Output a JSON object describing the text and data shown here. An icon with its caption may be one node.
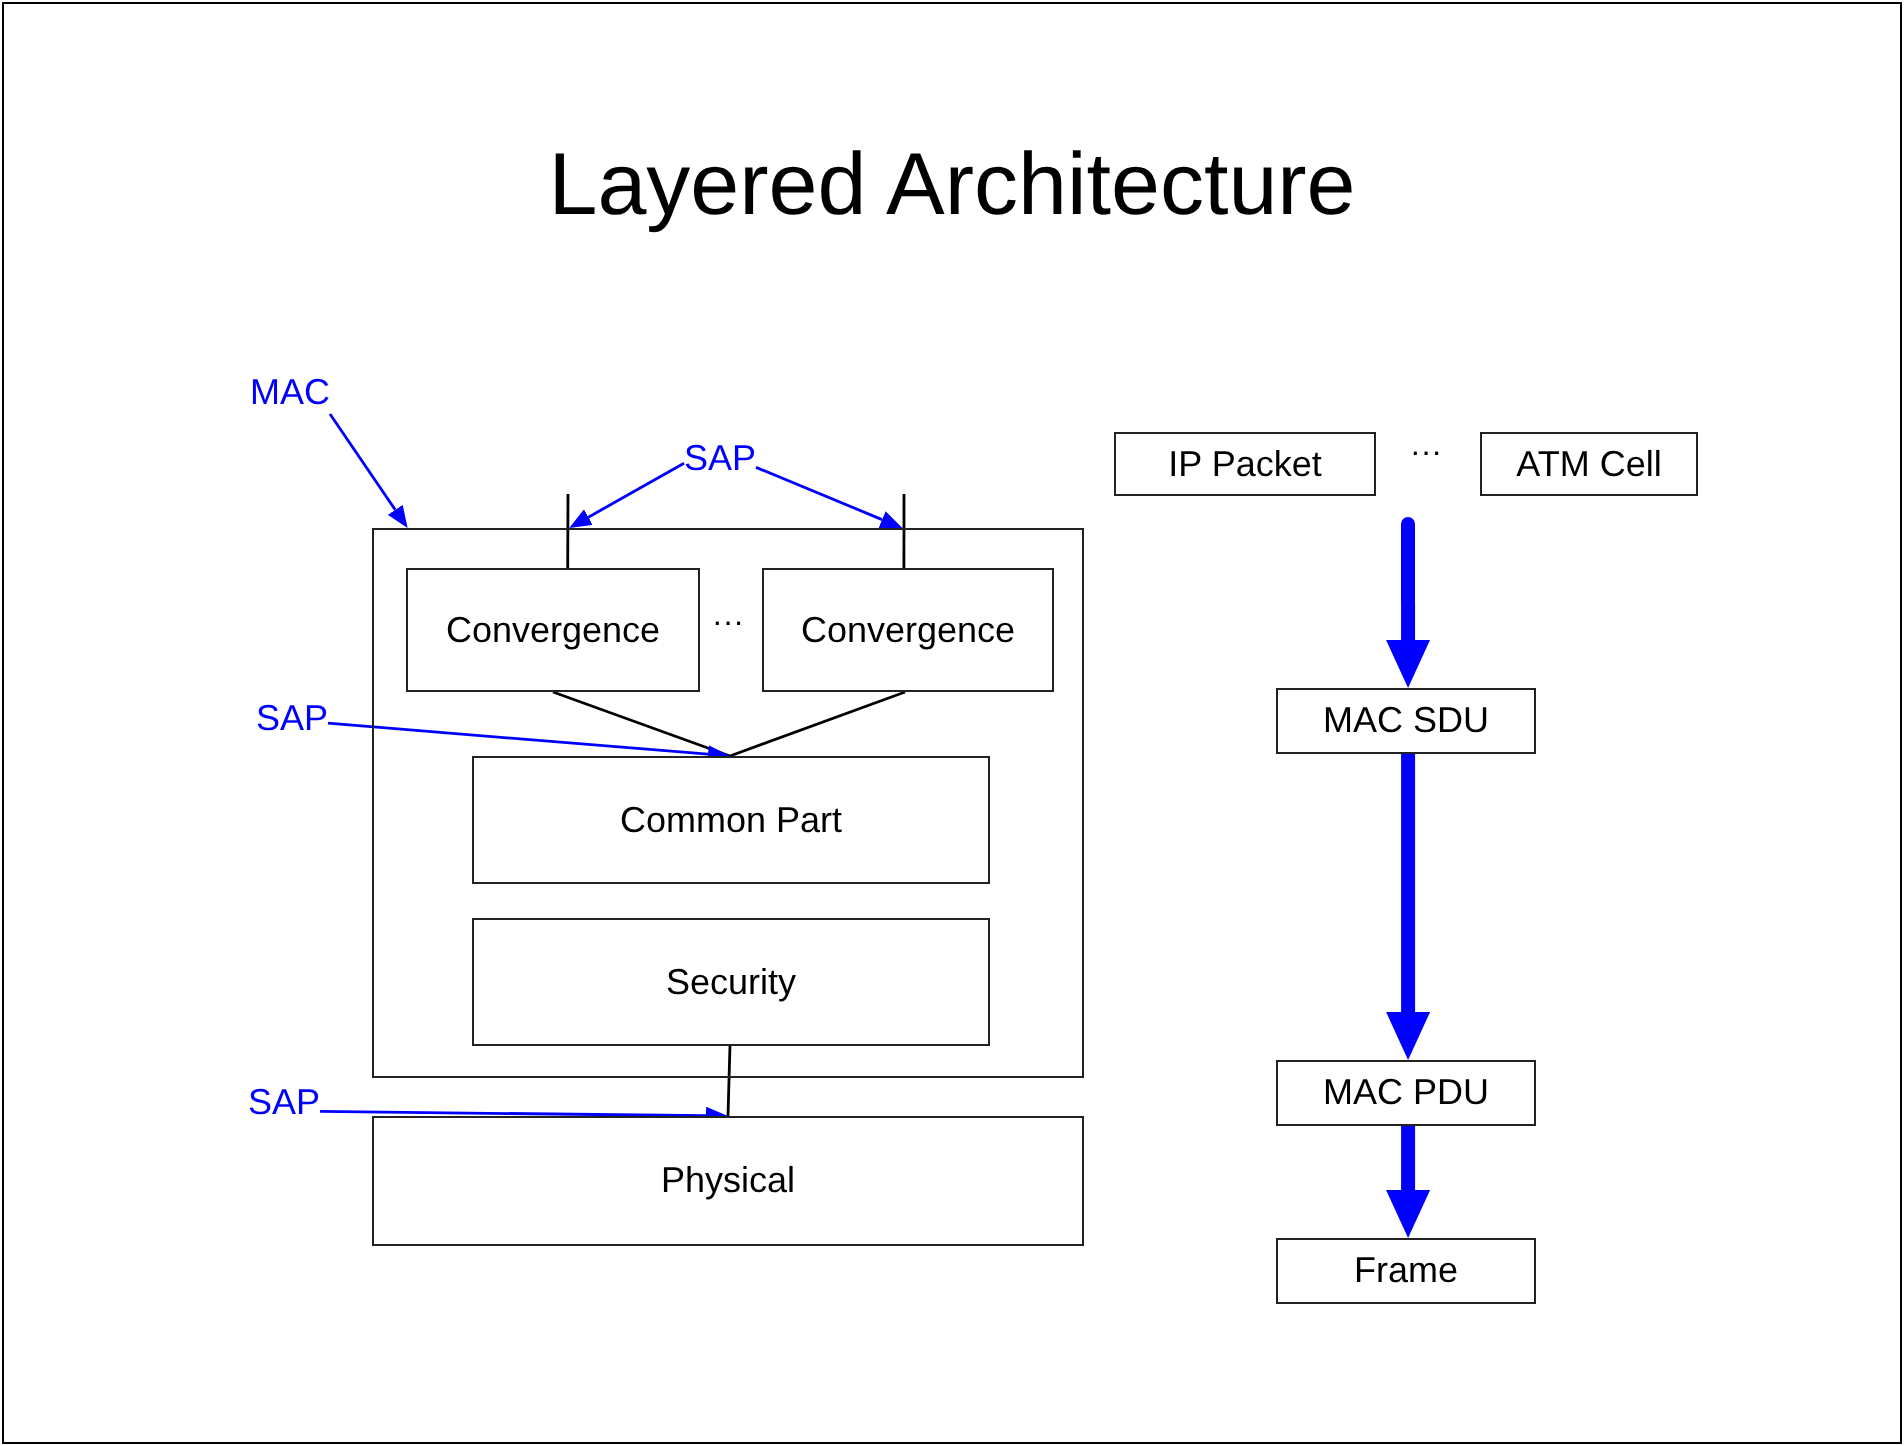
{
  "diagram": {
    "title": "Layered Architecture",
    "nodes": [
      {
        "text": [
          "MAC"
        ]
      },
      {
        "text": [],
        "shape": "box"
      },
      {
        "text": [
          "SAP"
        ]
      },
      {
        "text": [
          "Convergence"
        ],
        "in": 1
      },
      {
        "text": [
          "Convergence"
        ],
        "in": 1
      },
      {
        "text": [
          "SAP"
        ]
      },
      {
        "text": [
          "Common Part"
        ],
        "in": 1
      },
      {
        "text": [
          "Security"
        ],
        "in": 1
      },
      {
        "text": [
          "SAP"
        ]
      },
      {
        "text": [
          "Physical"
        ]
      },
      {
        "text": [
          "IP Packet"
        ]
      },
      {
        "text": [
          "ATM Cell"
        ]
      },
      {
        "text": [
          "MAC SDU"
        ]
      },
      {
        "text": [
          "MAC PDU"
        ]
      },
      {
        "text": [
          "Frame"
        ]
      }
    ],
    "edges": [
      {
        "from": 0,
        "to": 1,
        "arrow": "to",
        "color": "#0000ff"
      },
      {
        "from": 3,
        "to": null,
        "arrow": "none",
        "color": "#000000"
      },
      {
        "from": 4,
        "to": null,
        "arrow": "none",
        "color": "#000000"
      },
      {
        "from": 2,
        "to": 1,
        "arrow": "to",
        "color": "#0000ff"
      },
      {
        "from": 2,
        "to": 1,
        "arrow": "to",
        "color": "#0000ff"
      },
      {
        "from": 3,
        "to": 6,
        "arrow": "none",
        "color": "#000000"
      },
      {
        "from": 4,
        "to": 6,
        "arrow": "none",
        "color": "#000000"
      },
      {
        "from": 5,
        "to": 6,
        "arrow": "to",
        "color": "#0000ff"
      },
      {
        "from": 7,
        "to": 9,
        "arrow": "none",
        "color": "#000000"
      },
      {
        "from": 8,
        "to": 9,
        "arrow": "to",
        "color": "#0000ff"
      },
      {
        "from": null,
        "to": 12,
        "arrow": "to",
        "style": "thick",
        "color": "#0000ff"
      },
      {
        "from": 12,
        "to": 13,
        "arrow": "to",
        "style": "thick",
        "color": "#0000ff"
      },
      {
        "from": 13,
        "to": 14,
        "arrow": "to",
        "style": "thick",
        "color": "#0000ff"
      }
    ],
    "labels": [
      "···",
      "···"
    ]
  }
}
